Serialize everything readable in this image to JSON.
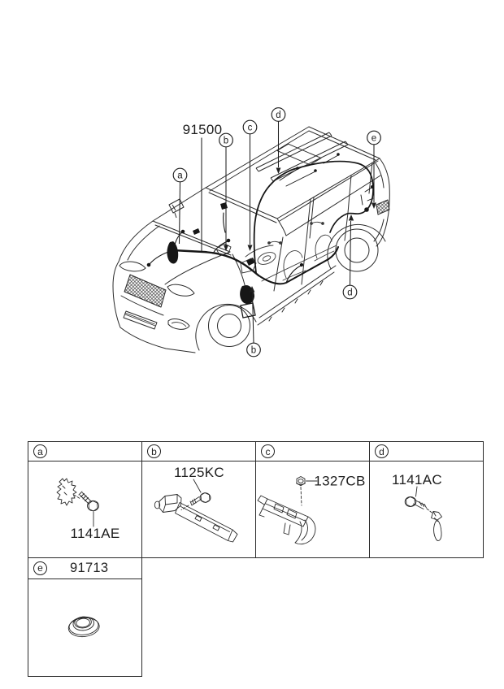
{
  "colors": {
    "ink": "#1f1f1f",
    "background": "#ffffff"
  },
  "diagram": {
    "part_number": "91500",
    "callouts": {
      "a": "a",
      "b": "b",
      "c": "c",
      "d": "d",
      "e": "e"
    }
  },
  "legend": {
    "cells": [
      {
        "letter": "a",
        "part": "1141AE"
      },
      {
        "letter": "b",
        "part": "1125KC"
      },
      {
        "letter": "c",
        "part": "1327CB"
      },
      {
        "letter": "d",
        "part": "1141AC"
      },
      {
        "letter": "e",
        "part": "91713"
      }
    ]
  }
}
